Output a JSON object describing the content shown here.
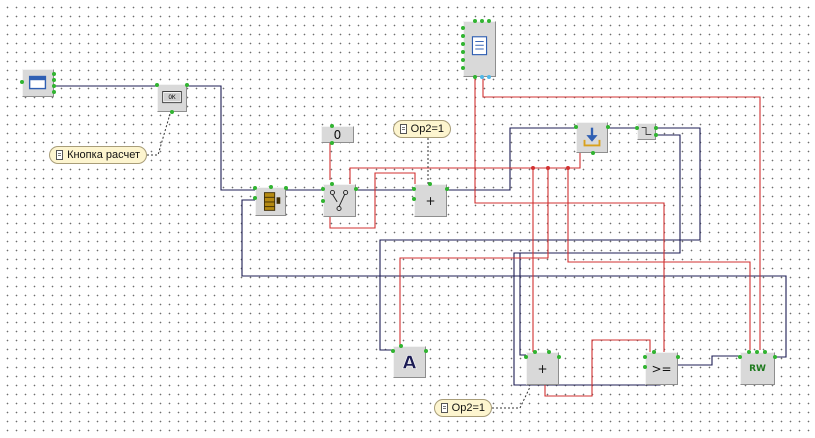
{
  "nodes": {
    "const_zero": "0",
    "plus_top": "+",
    "plus_bottom": "+",
    "compare": ">=",
    "rw": "RW",
    "output_a": "A",
    "ok_button_caption": "OK"
  },
  "comments": {
    "button_comment": "Кнопка расчет",
    "op2_top": "Op2=1",
    "op2_bottom": "Op2=1"
  },
  "icons": {
    "form": "window-icon",
    "button": "ok-button-icon",
    "counter": "stack-icon",
    "switch": "switch-icon",
    "memo": "document-icon",
    "download": "download-icon",
    "timer": "timer-icon",
    "text_out": "letter-a-icon",
    "rw": "rw-icon"
  },
  "colors": {
    "navy_wire": "#1c1c54",
    "red_wire": "#d23030",
    "pin": "#31b431",
    "block_face": "#d9d9d9"
  }
}
